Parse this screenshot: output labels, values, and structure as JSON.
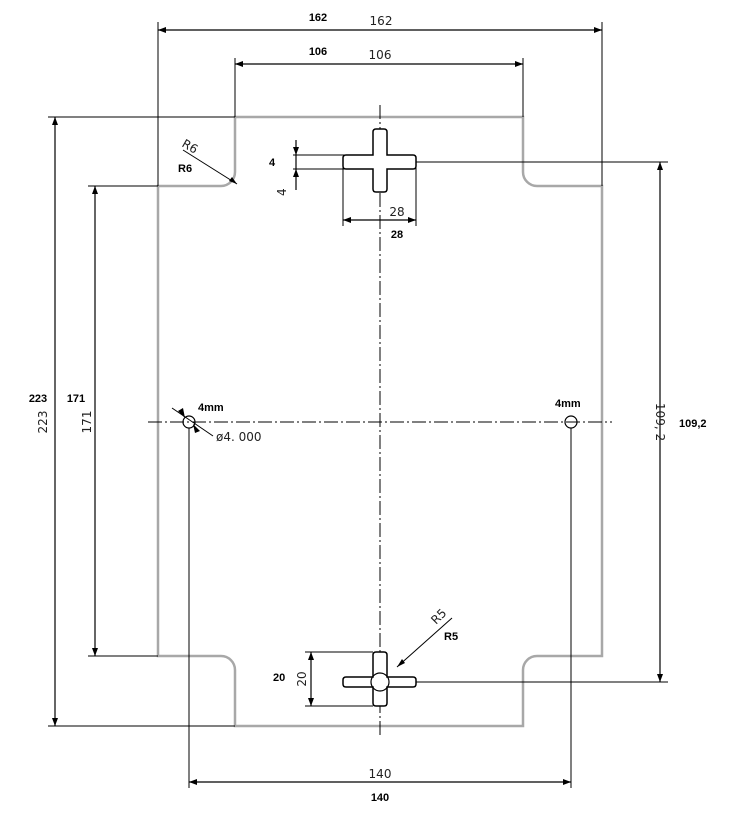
{
  "labels": {
    "overall_width_cad": "162",
    "overall_width": "162",
    "top_width_cad": "106",
    "top_width": "106",
    "slot_width_cad": "28",
    "slot_width": "28",
    "slot_height": "4",
    "slot_height_cad": "4",
    "corner_radius_cad": "R6",
    "corner_radius": "R6",
    "overall_height": "223",
    "overall_height_cad": "223",
    "inner_height": "171",
    "inner_height_cad": "171",
    "hole_left_size": "4mm",
    "hole_left_diameter_cad": "ø4. 000",
    "hole_right_size": "4mm",
    "hole_spacing_v_cad": "109, 2",
    "hole_spacing_v": "109,2",
    "bottom_slot_height": "20",
    "bottom_slot_height_cad": "20",
    "bottom_radius_cad": "R5",
    "bottom_radius": "R5",
    "hole_spacing_h_cad": "140",
    "hole_spacing_h": "140"
  }
}
